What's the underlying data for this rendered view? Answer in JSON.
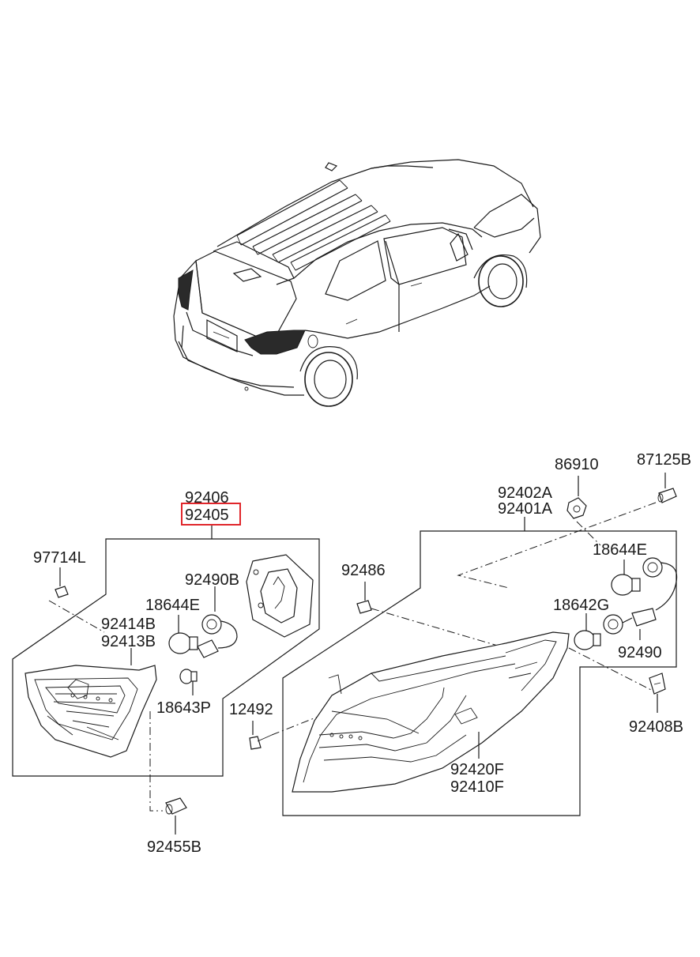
{
  "colors": {
    "line": "#1a1a1a",
    "highlight": "#e0262b",
    "background": "#ffffff"
  },
  "labels": {
    "p92406": "92406",
    "p92405": "92405",
    "p97714L": "97714L",
    "p92490B": "92490B",
    "p18644E_left": "18644E",
    "p92414B": "92414B",
    "p92413B": "92413B",
    "p18643P": "18643P",
    "p92455B": "92455B",
    "p86910": "86910",
    "p87125B": "87125B",
    "p92402A": "92402A",
    "p92401A": "92401A",
    "p92486": "92486",
    "p18644E_right": "18644E",
    "p18642G": "18642G",
    "p92490": "92490",
    "p12492": "12492",
    "p92408B": "92408B",
    "p92420F": "92420F",
    "p92410F": "92410F"
  }
}
